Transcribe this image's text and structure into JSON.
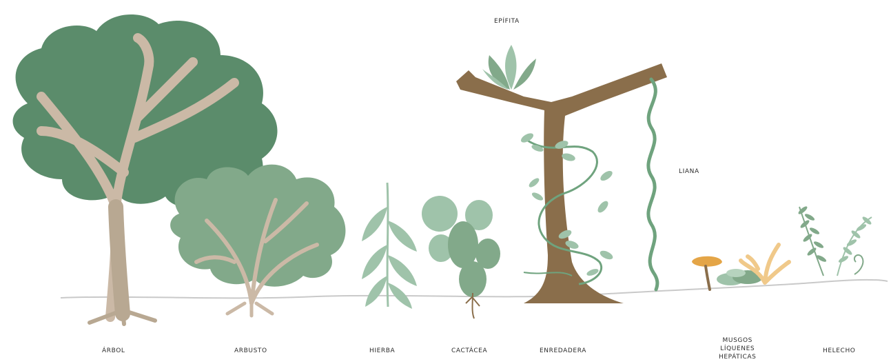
{
  "labels": {
    "arbol": "ÁRBOL",
    "arbusto": "ARBUSTO",
    "hierba": "HIERBA",
    "cactacea": "CACTÁCEA",
    "enredadera": "ENREDADERA",
    "epifita": "EPÍFITA",
    "liana": "LIANA",
    "musgos": "MUSGOS",
    "liquenes": "LÍQUENES",
    "hepaticas": "HEPÁTICAS",
    "helecho": "HELECHO"
  },
  "colors": {
    "tree_canopy": "#5b8c6b",
    "shrub_canopy": "#82a98a",
    "branch": "#cbb9a6",
    "trunk_brown": "#8a6e4b",
    "herb_green": "#9fc3aa",
    "vine_green": "#6fa37e",
    "mushroom_orange": "#e4a547",
    "lichen_tan": "#f0c98a",
    "ground_line": "#c9c9c9"
  }
}
